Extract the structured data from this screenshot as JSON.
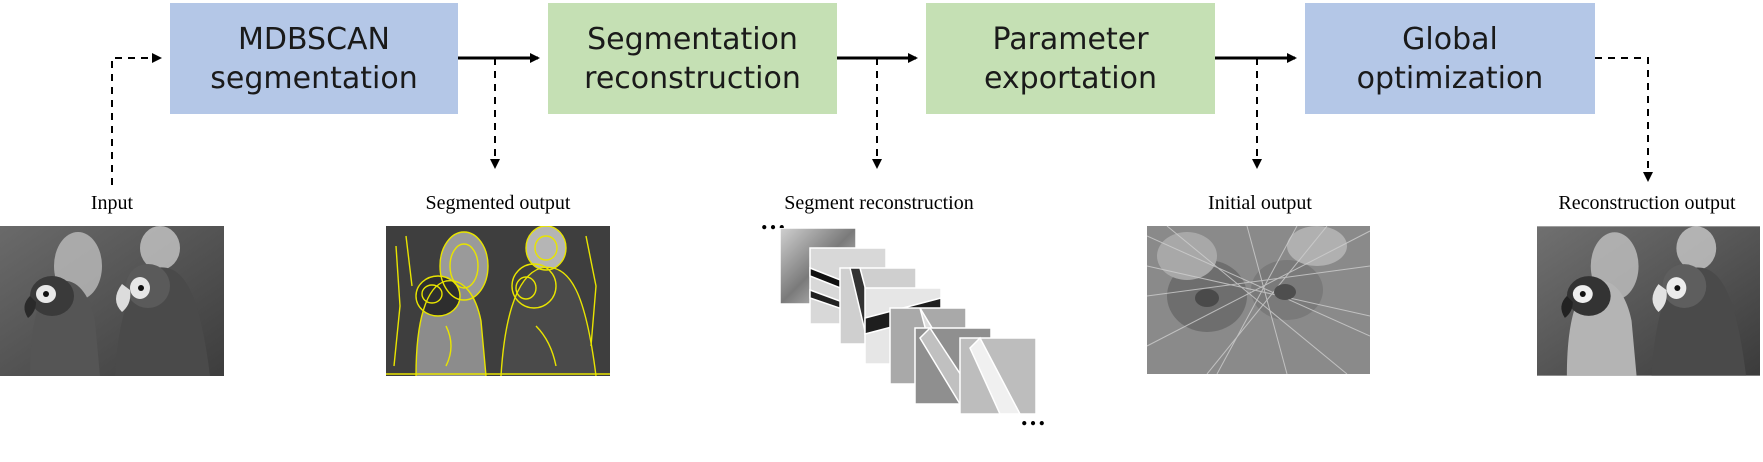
{
  "stages": [
    {
      "label": "MDBSCAN\nsegmentation",
      "color": "#b4c7e7"
    },
    {
      "label": "Segmentation\nreconstruction",
      "color": "#c5e0b4"
    },
    {
      "label": "Parameter\nexportation",
      "color": "#c5e0b4"
    },
    {
      "label": "Global\noptimization",
      "color": "#b4c7e7"
    }
  ],
  "outputs": {
    "input": "Input",
    "segmented": "Segmented output",
    "segment_recon": "Segment reconstruction",
    "initial": "Initial output",
    "final": "Reconstruction output"
  },
  "ellipsis": "…",
  "highlight_color": "#e8e400"
}
